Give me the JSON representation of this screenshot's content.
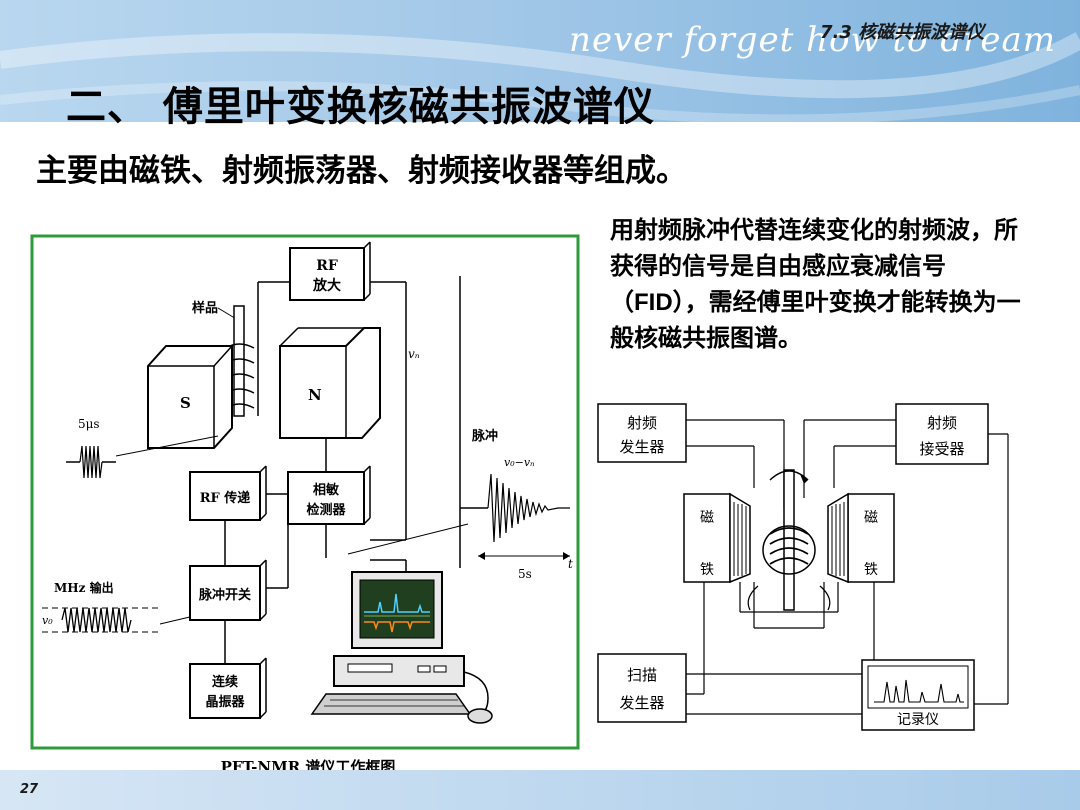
{
  "header": {
    "motto": "never forget how to dream",
    "section": "7.3 核磁共振波谱仪"
  },
  "title": "二、 傅里叶变换核磁共振波谱仪",
  "subtitle": "主要由磁铁、射频振荡器、射频接收器等组成。",
  "description": "用射频脉冲代替连续变化的射频波，所获得的信号是自由感应衰减信号（FID），需经傅里叶变换才能转换为一般核磁共振图谱。",
  "left_diagram": {
    "caption": "PFT-NMR 谱仪工作框图",
    "blocks": {
      "rf_amp": [
        "RF",
        "放大"
      ],
      "rf_transfer": "RF 传递",
      "phase_detector": [
        "相敏",
        "检测器"
      ],
      "pulse_switch": "脉冲开关",
      "crystal": [
        "连续",
        "晶振器"
      ]
    },
    "labels": {
      "sample": "样品",
      "magnet_s": "S",
      "magnet_n": "N",
      "pulse_width": "5μs",
      "pulse": "脉冲",
      "vn": "vₙ",
      "v0_vn": "v₀−vₙ",
      "time": "5s",
      "t": "t",
      "mhz_output": "MHz 输出",
      "v0": "v₀"
    }
  },
  "right_diagram": {
    "rf_generator": [
      "射频",
      "发生器"
    ],
    "rf_receiver": [
      "射频",
      "接受器"
    ],
    "magnet_left": [
      "磁",
      "铁"
    ],
    "magnet_right": [
      "磁",
      "铁"
    ],
    "scan_generator": [
      "扫描",
      "发生器"
    ],
    "recorder": "记录仪"
  },
  "page_number": "27",
  "colors": {
    "banner": "#a3c8e8",
    "frame_green": "#2e9b3a",
    "screen": "#1f3f1f"
  }
}
